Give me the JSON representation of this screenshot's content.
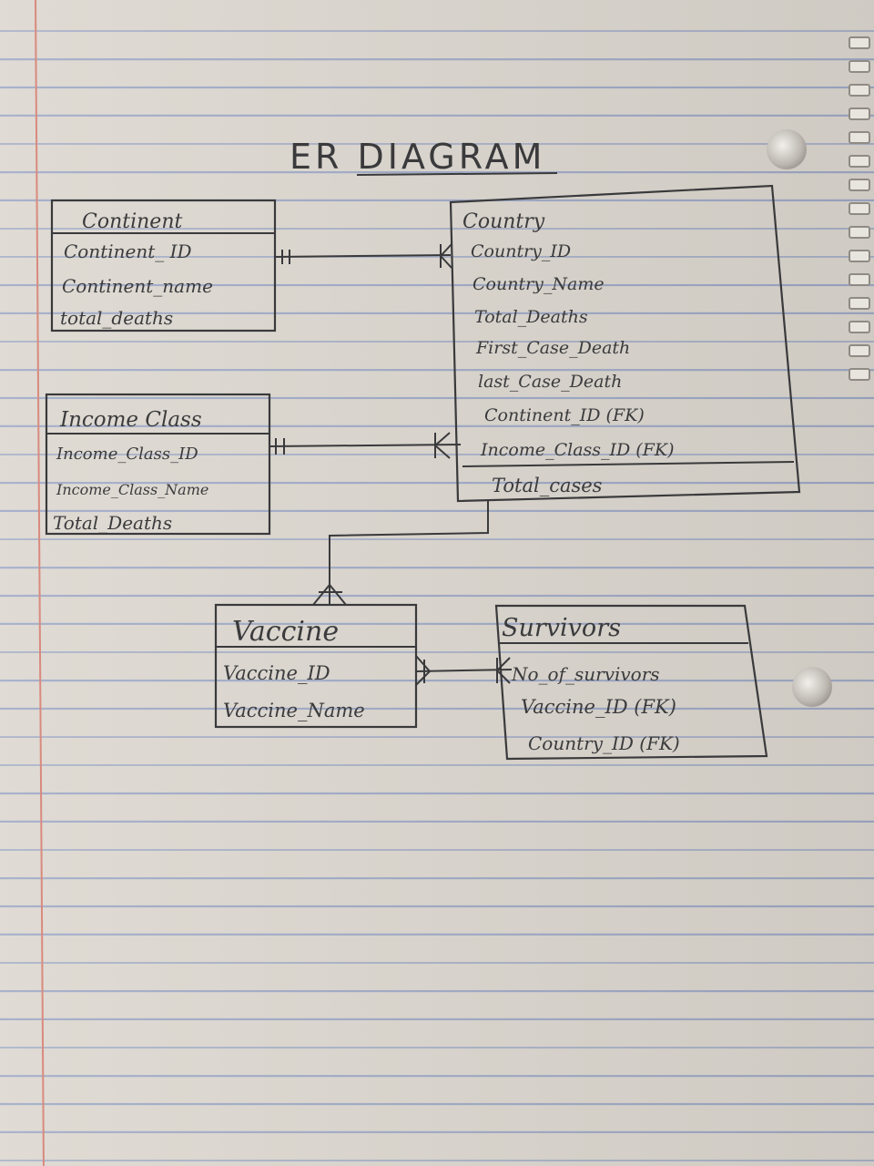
{
  "title": "ER DIAGRAM",
  "entities": {
    "continent": {
      "name": "Continent",
      "attributes": [
        "Continent_ ID",
        "Continent_name",
        "total_deaths"
      ]
    },
    "country": {
      "name": "Country",
      "attributes": [
        "Country_ID",
        "Country_Name",
        "Total_Deaths",
        "First_Case_Death",
        "last_Case_Death",
        "Continent_ID (FK)",
        "Income_Class_ID (FK)",
        "Total_cases"
      ]
    },
    "income_class": {
      "name": "Income Class",
      "attributes": [
        "Income_Class_ID",
        "Income_Class_Name",
        "Total_Deaths"
      ]
    },
    "vaccine": {
      "name": "Vaccine",
      "attributes": [
        "Vaccine_ID",
        "Vaccine_Name"
      ]
    },
    "survivors": {
      "name": "Survivors",
      "attributes": [
        "No_of_survivors",
        "Vaccine_ID (FK)",
        "Country_ID (FK)"
      ]
    }
  },
  "relationships": [
    {
      "from": "Continent",
      "to": "Country",
      "from_end": "one",
      "to_end": "many"
    },
    {
      "from": "Income Class",
      "to": "Country",
      "from_end": "one",
      "to_end": "many"
    },
    {
      "from": "Country",
      "to": "Vaccine",
      "from_end": "none",
      "to_end": "many"
    },
    {
      "from": "Vaccine",
      "to": "Survivors",
      "from_end": "many",
      "to_end": "many"
    }
  ]
}
